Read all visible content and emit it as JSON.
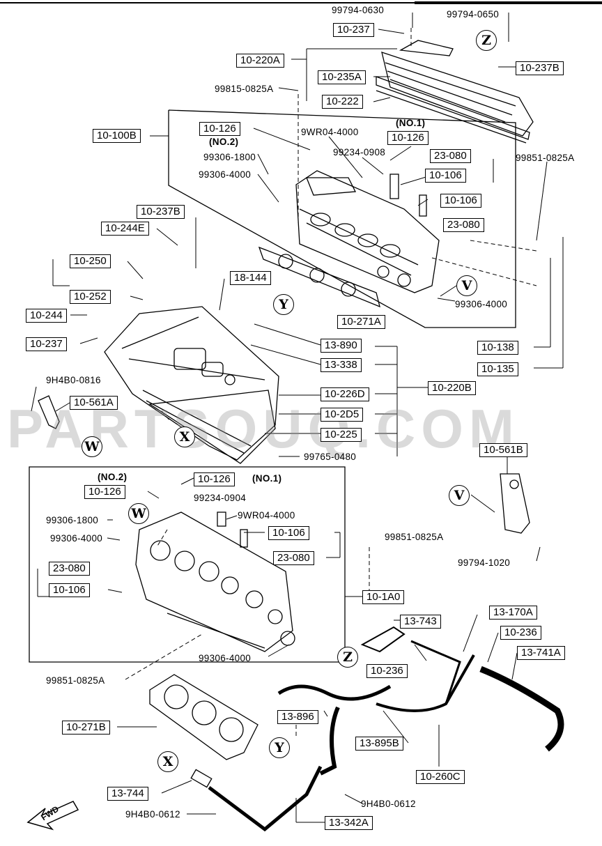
{
  "watermark": "PARTSOUQ.COM",
  "fwd_label": "FWD",
  "circle_markers": [
    "Z",
    "Y",
    "V",
    "W",
    "X",
    "W",
    "V",
    "Z",
    "Y",
    "X"
  ],
  "part_numbers": [
    "99794-0630",
    "99794-0650",
    "99815-0825A",
    "9WR04-4000",
    "99234-0908",
    "99306-1800",
    "99306-4000",
    "99851-0825A",
    "99306-4000",
    "9H4B0-0816",
    "99765-0480",
    "99234-0904",
    "99306-1800",
    "9WR04-4000",
    "99306-4000",
    "99851-0825A",
    "99306-4000",
    "99794-1020",
    "99851-0825A",
    "9H4B0-0612",
    "9H4B0-0612"
  ],
  "position_notes": [
    "(NO.2)",
    "(NO.1)",
    "(NO.2)",
    "(NO.1)"
  ],
  "ref_boxes": [
    "10-237",
    "10-220A",
    "10-235A",
    "10-222",
    "10-237B",
    "10-100B",
    "10-126",
    "10-126",
    "23-080",
    "10-106",
    "10-106",
    "23-080",
    "10-237B",
    "10-244E",
    "10-250",
    "10-252",
    "18-144",
    "10-244",
    "10-237",
    "10-271A",
    "13-890",
    "13-338",
    "10-220B",
    "10-226D",
    "10-2D5",
    "10-225",
    "10-561A",
    "10-138",
    "10-135",
    "10-561B",
    "10-126",
    "10-126",
    "10-106",
    "23-080",
    "23-080",
    "10-106",
    "10-1A0",
    "13-743",
    "13-170A",
    "10-236",
    "10-236",
    "13-741A",
    "10-271B",
    "13-896",
    "13-895B",
    "10-260C",
    "13-744",
    "13-342A"
  ]
}
